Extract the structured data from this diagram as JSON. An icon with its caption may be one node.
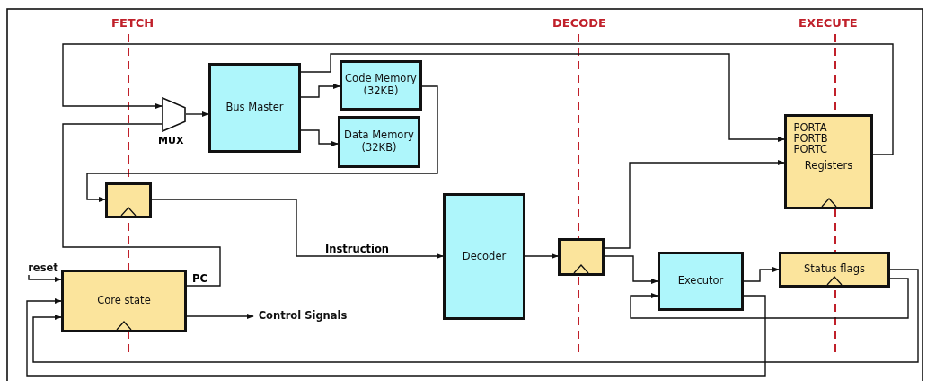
{
  "diagram": {
    "nodes": [
      {
        "text": [
          "Bus Master"
        ]
      },
      {
        "text": [
          "Code Memory (32KB)"
        ]
      },
      {
        "text": [
          "Data Memory (32KB)"
        ]
      },
      {
        "text": [],
        "shape": "trapezoid",
        "beside": [
          "MUX"
        ]
      },
      {
        "text": [],
        "shape": "box"
      },
      {
        "text": [
          "Core state"
        ]
      },
      {
        "text": [
          "Control Signals"
        ]
      },
      {
        "text": [
          "reset"
        ]
      },
      {
        "text": [
          "Decoder"
        ]
      },
      {
        "text": [],
        "shape": "box"
      },
      {
        "text": [
          "PORTA PORTB PORTC",
          "Registers"
        ]
      },
      {
        "text": [
          "Executor"
        ]
      },
      {
        "text": [
          "Status flags"
        ]
      }
    ],
    "edges": [
      {
        "from": 10,
        "to": 3,
        "arrow": "to"
      },
      {
        "from": 5,
        "to": 3,
        "arrow": "none",
        "label": "PC"
      },
      {
        "from": 3,
        "to": 0,
        "arrow": "to"
      },
      {
        "from": 0,
        "to": 1,
        "arrow": "to"
      },
      {
        "from": 0,
        "to": 2,
        "arrow": "to"
      },
      {
        "from": 0,
        "to": 10,
        "arrow": "to"
      },
      {
        "from": 1,
        "to": 4,
        "arrow": "to"
      },
      {
        "from": 4,
        "to": 8,
        "arrow": "to",
        "label": "Instruction"
      },
      {
        "from": 8,
        "to": 9,
        "arrow": "to"
      },
      {
        "from": 9,
        "to": 10,
        "arrow": "to"
      },
      {
        "from": 9,
        "to": 11,
        "arrow": "to"
      },
      {
        "from": 11,
        "to": 12,
        "arrow": "to"
      },
      {
        "from": 12,
        "to": 11,
        "arrow": "to"
      },
      {
        "from": 12,
        "to": 5,
        "arrow": "to"
      },
      {
        "from": 11,
        "to": 5,
        "arrow": "to"
      },
      {
        "from": 5,
        "to": 6,
        "arrow": "to"
      },
      {
        "from": 7,
        "to": 5,
        "arrow": "to"
      }
    ],
    "labels": [
      "FETCH",
      "DECODE",
      "EXECUTE"
    ]
  }
}
